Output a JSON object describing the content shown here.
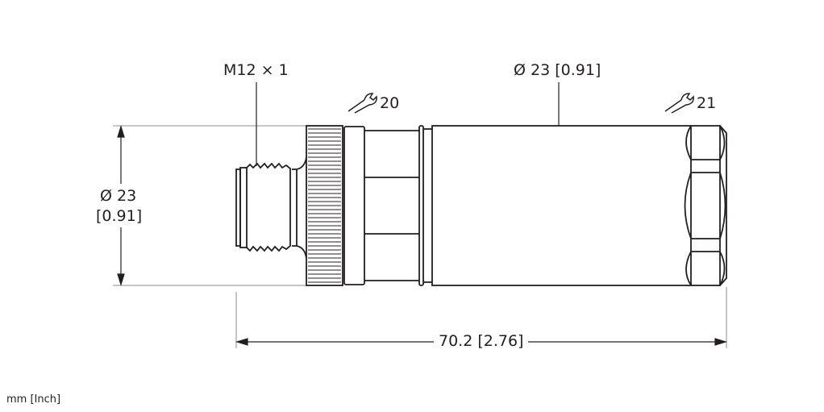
{
  "labels": {
    "thread": "M12 × 1",
    "wrench_nut": "20",
    "body_diameter": "Ø 23 [0.91]",
    "wrench_hex": "21",
    "left_diameter_mm": "Ø 23",
    "left_diameter_inch": "[0.91]",
    "overall_length": "70.2 [2.76]",
    "units": "mm [Inch]"
  },
  "colors": {
    "line": "#231f20",
    "dim": "#b3b3b3"
  }
}
